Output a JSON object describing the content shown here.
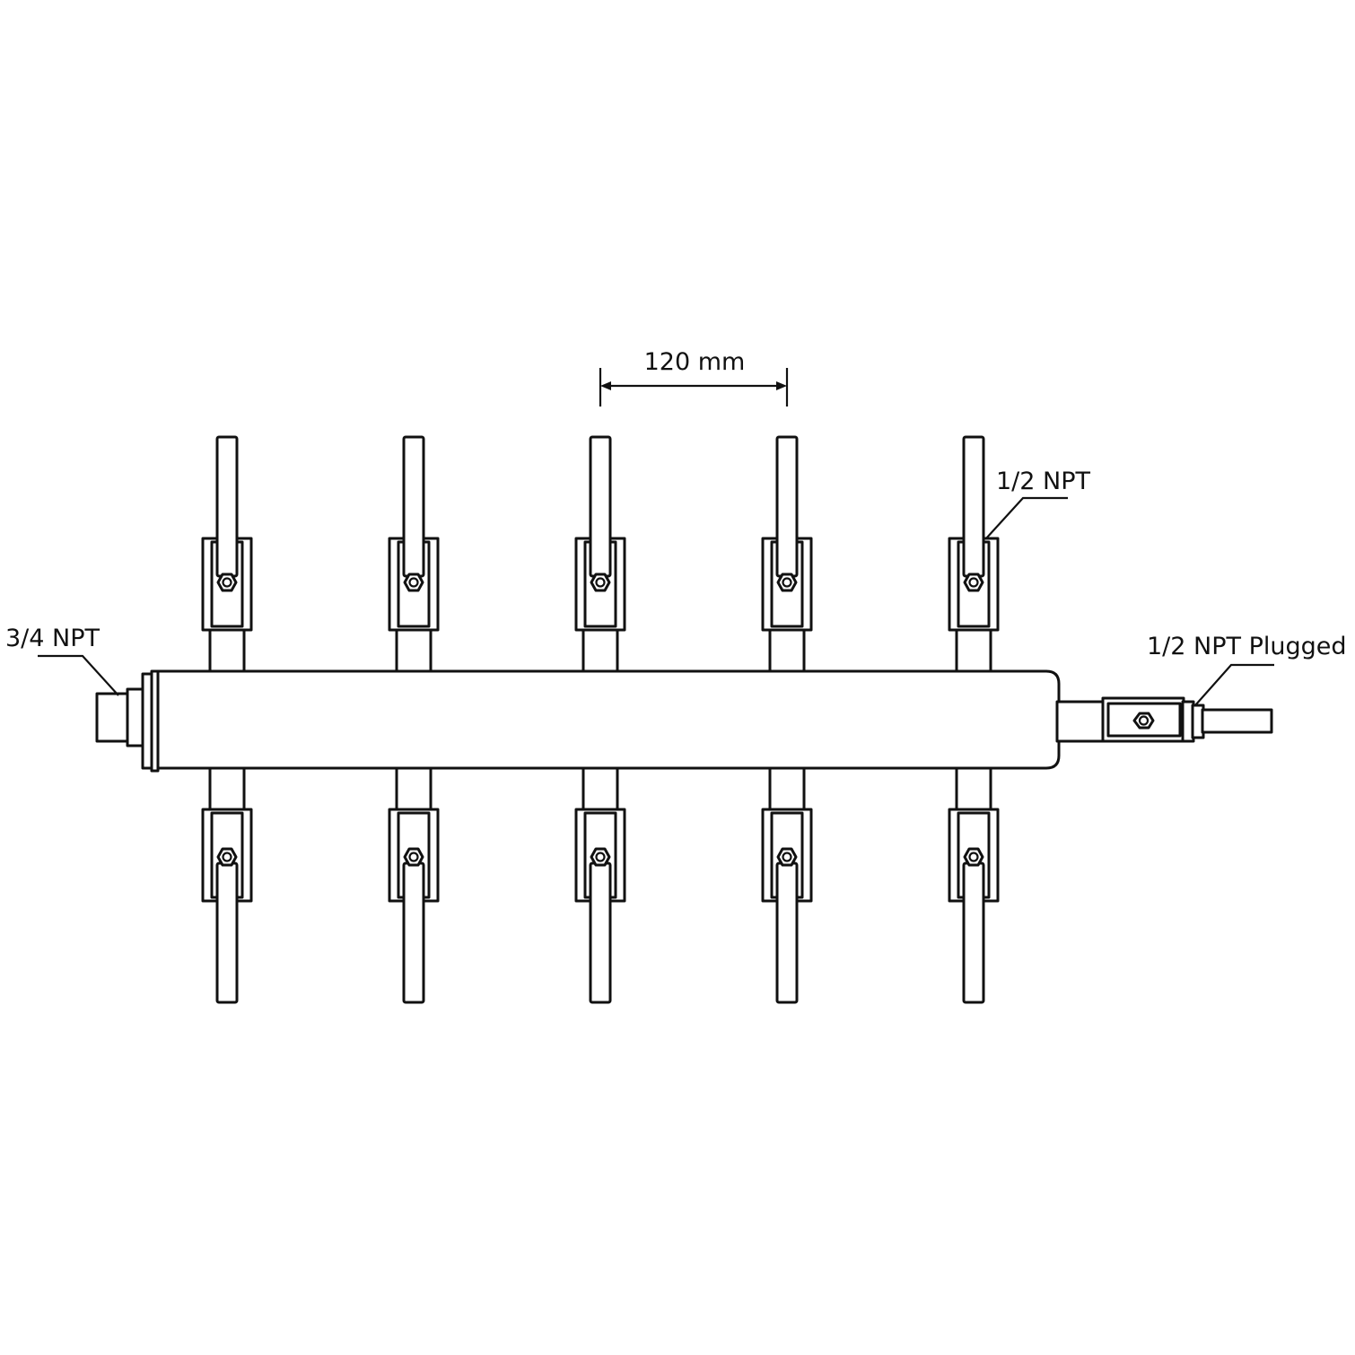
{
  "labels": {
    "spacing": "120 mm",
    "inlet": "3/4 NPT",
    "outlet": "1/2 NPT",
    "end_plug": "1/2 NPT Plugged"
  },
  "valve_count_top": 5,
  "valve_count_bottom": 5
}
